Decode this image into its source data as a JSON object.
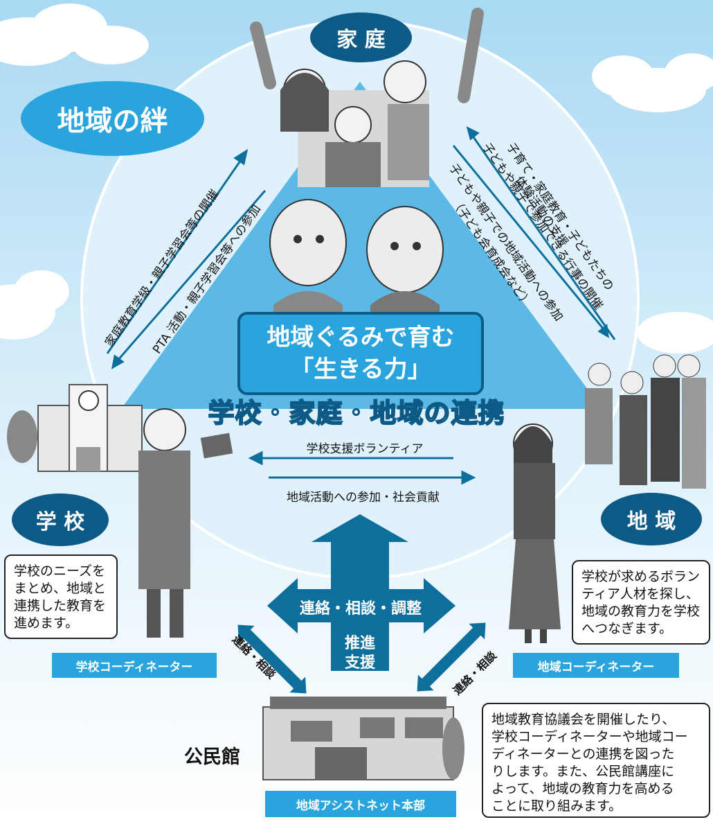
{
  "nodes": {
    "family": "家 庭",
    "school": "学 校",
    "community": "地 域",
    "kizuna": "地域の絆"
  },
  "center": {
    "line1": "地域ぐるみで育む",
    "line2": "「生きる力」",
    "subtitle": "学校・家庭・地域の連携"
  },
  "left_arrows": {
    "up": "家庭教育学級・親子学習会等の開催",
    "down": "PTA 活動・親子学習会等への参加"
  },
  "right_arrows": {
    "line1": "子育て・家庭教育・子どもたちの",
    "line2": "体験活動の支援",
    "line3": "子どもや親子で参加できる行事の開催",
    "line4": "子どもや親子での地域活動への参加",
    "line5": "（子ども会育成会など）"
  },
  "middle_arrows": {
    "to_school": "学校支援ボランティア",
    "to_community": "地域活動への参加・社会貢献"
  },
  "hub": {
    "horizontal": "連絡・相談・調整",
    "vertical_1": "推進",
    "vertical_2": "支援",
    "left_diag": "連絡・相談",
    "right_diag": "連絡・相談"
  },
  "bubbles": {
    "school": "学校のニーズを\nまとめ、地域と\n連携した教育を\n進めます。",
    "community": "学校が求めるボラン\nティア人材を探し、\n地域の教育力を学校\nへつなぎます。",
    "center": "地域教育協議会を開催したり、\n学校コーディネーターや地域コー\nディネーターとの連携を図った\nりします。また、公民館講座に\nよって、地域の教育力を高める\nことに取り組みます。"
  },
  "labels": {
    "school_coordinator": "学校コーディネーター",
    "community_coordinator": "地域コーディネーター",
    "kominkan": "公民館",
    "hq": "地域アシストネット本部"
  },
  "colors": {
    "navy": "#0d5a86",
    "sky": "#29a4dc",
    "triangle": "#5cb8e4",
    "bg_top": "#bfe3f7",
    "bg_bottom": "#ffffff",
    "arrow": "#0f6f9c",
    "title_white": "#ffffff"
  }
}
